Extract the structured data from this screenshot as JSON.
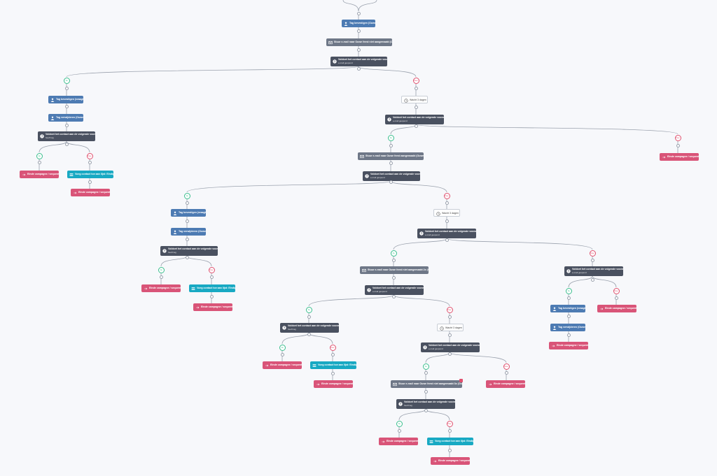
{
  "labels": {
    "tag_reason": "Tag bevestigen (Ouwe feest) +",
    "tag_question": "Tag bevestigen (vraagbeheer) +",
    "tag_confirmed": "Tag verwijderen (Ouwe feest) -",
    "send_email_1": "Stuur e-mail naar Ouwe feest niet aangemaakt (Ouwe Reggaeton)",
    "send_email_2": "Stuur e-mail naar Ouwe feest aangemaakt (Ouwe Reggaeton)",
    "send_email_3": "Stuur e-mail naar Ouwe feest niet aangemaakt 2x (Ouwe Reggaeton)",
    "send_email_4": "Stuur e-mail naar Ouwe feest niet aangemaakt 3x (Ouwe Reggaeton)",
    "question": "Voldoet het contact aan de volgende voorwaarden?",
    "question_sub_email": "e-mail geopend",
    "question_sub_tag": "heeft tag",
    "wait": "Wacht 3 dagen",
    "end": "Einde campagne / sequentie",
    "add_to_list": "Voeg contact toe aan lijst: Eindigen",
    "yes": "Ja",
    "no": "Nee"
  },
  "colors": {
    "contact": "#4d7bb3",
    "email": "#6e7787",
    "question": "#4a5160",
    "end": "#d95478",
    "action": "#18a9c3",
    "yes": "#3bbf8e",
    "no": "#e0506e",
    "line": "#9aa1ad"
  },
  "icons": {
    "contact": "person-icon",
    "email": "envelope-icon",
    "question": "question-icon",
    "end": "exit-icon",
    "action": "list-icon",
    "wait": "clock-icon"
  }
}
